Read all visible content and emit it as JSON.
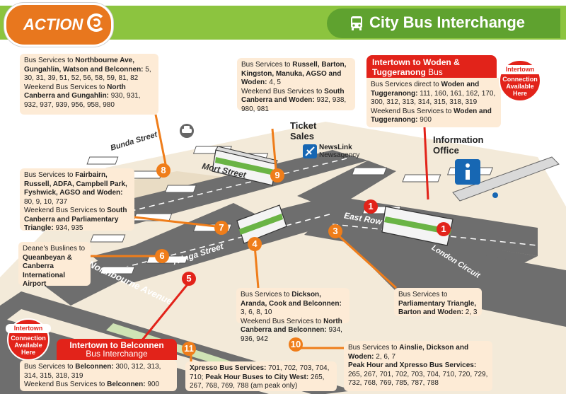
{
  "header": {
    "logo_text": "ACTION",
    "title": "City Bus Interchange",
    "colors": {
      "logo": "#e8771e",
      "bar": "#8cc43f",
      "title_pill": "#5fa22f"
    },
    "icons": [
      "action-logo-swirl-icon",
      "bus-icon"
    ]
  },
  "streets": {
    "bunda": "Bunda Street",
    "mort": "Mort Street",
    "alinga": "Alinga Street",
    "northbourne": "Northbourne Avenue",
    "east_row": "East Row",
    "london": "London Circuit"
  },
  "landmarks": {
    "ticket_sales": "Ticket Sales",
    "newslink": "NewsLink",
    "newsagency": "Newsagency",
    "information_office": "Information Office"
  },
  "stops": [
    "1",
    "1",
    "3",
    "4",
    "5",
    "6",
    "7",
    "8",
    "9",
    "10",
    "11"
  ],
  "boxes": {
    "b8": {
      "p1": "Bus Services to ",
      "b1": "Northbourne Ave, Gungahlin, Watson and Belconnen:",
      "p2": " 5, 30, 31, 39, 51, 52, 56, 58, 59, 81, 82",
      "p3": "Weekend Bus Services to ",
      "b2": "North Canberra and Gungahlin:",
      "p4": " 930, 931, 932, 937, 939, 956, 958, 980"
    },
    "b9": {
      "p1": "Bus Services to ",
      "b1": "Russell, Barton, Kingston, Manuka, AGSO and Woden:",
      "p2": " 4, 5",
      "p3": "Weekend Bus Services to ",
      "b2": "South Canberra and Woden:",
      "p4": " 932, 938, 980, 981"
    },
    "b1": {
      "head1": "Intertown to Woden &",
      "head2": "Tuggeranong",
      "head3": " Bus Interchanges",
      "p1": "Bus Services direct to ",
      "b1": "Woden and Tuggeranong:",
      "p2": " 111, 160, 161, 162, 170, 300, 312, 313, 314, 315, 318, 319",
      "p3": "Weekend Bus Services to ",
      "b2": "Woden and Tuggeranong:",
      "p4": " 900"
    },
    "b7": {
      "p1": "Bus Services to ",
      "b1": "Fairbairn, Russell, ADFA, Campbell Park, Fyshwick, AGSO and Woden:",
      "p2": " 80, 9, 10, 737",
      "p3": "Weekend Bus Services to ",
      "b2": "South Canberra and Parliamentary Triangle:",
      "p4": " 934, 935"
    },
    "b6": {
      "p1": "Deane's Buslines to ",
      "b1": "Queanbeyan & Canberra International Airport"
    },
    "b4": {
      "p1": "Bus Services to ",
      "b1": "Dickson, Aranda, Cook and Belconnen:",
      "p2": " 3, 6, 8, 10",
      "p3": "Weekend Bus Services to ",
      "b2": "North Canberra and Belconnen:",
      "p4": " 934, 936, 942"
    },
    "b3": {
      "p1": "Bus Services to ",
      "b1": "Parliamentary Triangle, Barton and Woden:",
      "p2": " 2, 3"
    },
    "b5": {
      "head1": "Intertown to Belconnen",
      "head2": "Bus Interchange",
      "p1": "Bus Services to ",
      "b1": "Belconnen:",
      "p2": " 300, 312, 313, 314, 315, 318, 319",
      "p3": "Weekend Bus Services to ",
      "b2": "Belconnen:",
      "p4": " 900"
    },
    "b11": {
      "b1": "Xpresso Bus Services:",
      "p1": " 701, 702, 703, 704, 710; ",
      "b2": "Peak Hour Buses to City West:",
      "p2": " 265, 267, 768, 769, 788 (am peak only)"
    },
    "b10": {
      "p1": "Bus Services to ",
      "b1": "Ainslie, Dickson and Woden:",
      "p2": " 2, 6, 7",
      "b2": "Peak Hour and Xpresso Bus Services:",
      "p3": " 265, 267, 701, 702, 703, 704, 710, 720, 729, 732, 768, 769, 785, 787, 788"
    }
  },
  "intertown_badges": {
    "title": "Intertown",
    "line1": "Connection",
    "line2": "Available",
    "line3": "Here"
  }
}
